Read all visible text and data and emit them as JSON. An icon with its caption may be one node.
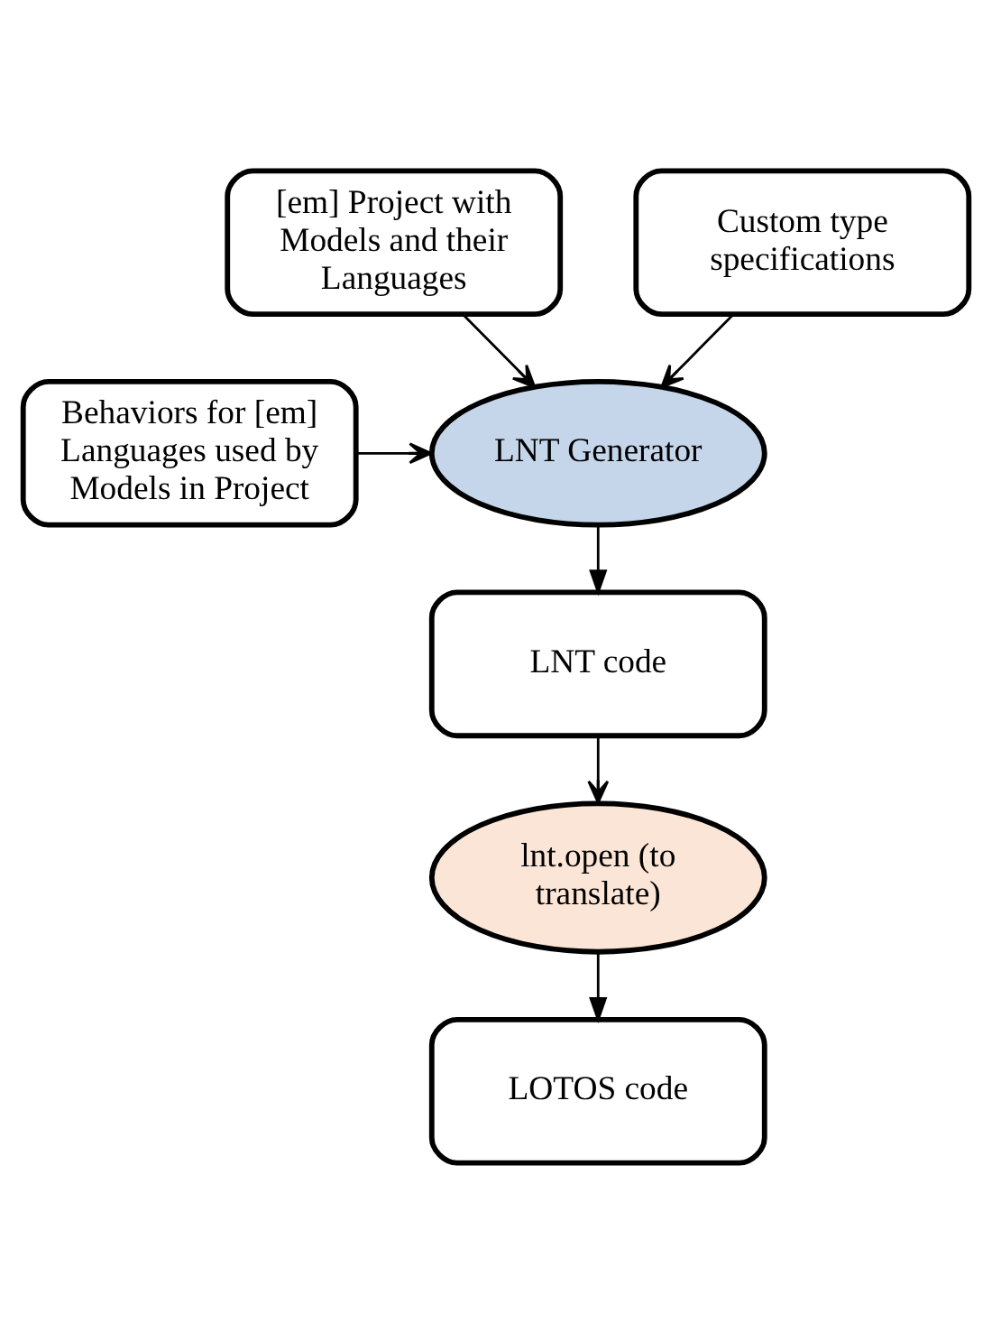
{
  "diagram": {
    "nodes": [
      {
        "text": [
          "[em] Project with Models and their Languages"
        ]
      },
      {
        "text": [
          "LNT Generator"
        ]
      },
      {
        "text": [
          "Custom type specifications"
        ]
      },
      {
        "text": [
          "Behaviors for [em] Languages used by Models in Project"
        ]
      },
      {
        "text": [
          "LNT code"
        ]
      },
      {
        "text": [
          "lnt.open (to translate)"
        ]
      },
      {
        "text": [
          "LOTOS code"
        ]
      }
    ],
    "edges": [
      {
        "from": 0,
        "to": 1,
        "arrow": "to"
      },
      {
        "from": 2,
        "to": 1,
        "arrow": "to"
      },
      {
        "from": 3,
        "to": 1,
        "arrow": "to"
      },
      {
        "from": 1,
        "to": 4,
        "arrow": "to"
      },
      {
        "from": 4,
        "to": 5,
        "arrow": "to"
      },
      {
        "from": 5,
        "to": 6,
        "arrow": "to"
      }
    ]
  }
}
